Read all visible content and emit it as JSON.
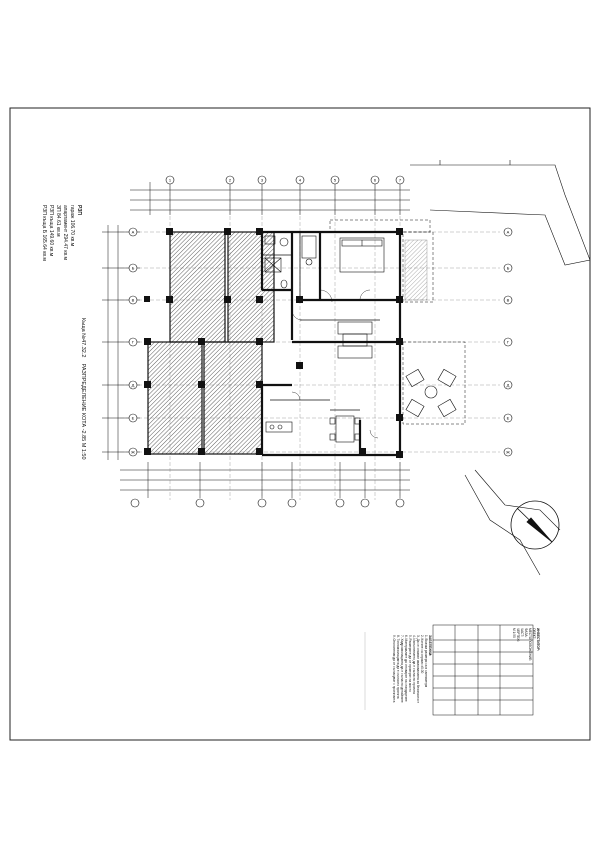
{
  "title_block": {
    "heading": "РАЗПРЕДЕЛЕНИЕ КОТА -2.85 М 1:50",
    "subheading": "Кьща №47.32.2"
  },
  "areas_label": {
    "rzp": "РЗП",
    "lines": [
      {
        "label": "гараж",
        "value": "106.70 кв.м"
      },
      {
        "label": "апартамент",
        "value": "294.47 кв.м"
      },
      {
        "label": "ЗП",
        "value": "84.61 кв.м"
      },
      {
        "label": "РЗП къща",
        "value": "149.60 кв.м"
      },
      {
        "label": "РЗП къща Б",
        "value": "165.64 кв.м"
      }
    ]
  },
  "axis_labels": {
    "columns": [
      "1",
      "2",
      "3",
      "4",
      "5",
      "6",
      "7"
    ],
    "rows": [
      "А",
      "Б",
      "В",
      "Г",
      "Д",
      "Е",
      "Ж"
    ]
  },
  "notes": {
    "header": "ЗАБЕЛЕЖКИ:",
    "items": [
      "1. Всички размери са в сантиметри",
      "2. Котите са спрямо ±0.00",
      "3. Да се спазват изискванията за безопасност",
      "4. Изпълнението да е съгласно проекта",
      "5. Размерите да се проверят на място",
      "6. Материалите да отговарят на стандартите",
      "7. Хидроизолацията да е съгласно детайлите",
      "8. Топлоизолацията да е съгласно проекта",
      "9. Отклонения да се съгласуват с проектанта"
    ]
  },
  "stamp": {
    "header": "ИНВЕСТИТОР:",
    "rows": [
      "ОБЕКТ:",
      "МЕСТОПОЛОЖЕНИЕ:",
      "ФАЗА:",
      "ЧАСТ:",
      "ЧЕРТЕЖ:",
      "М 1:50"
    ]
  }
}
